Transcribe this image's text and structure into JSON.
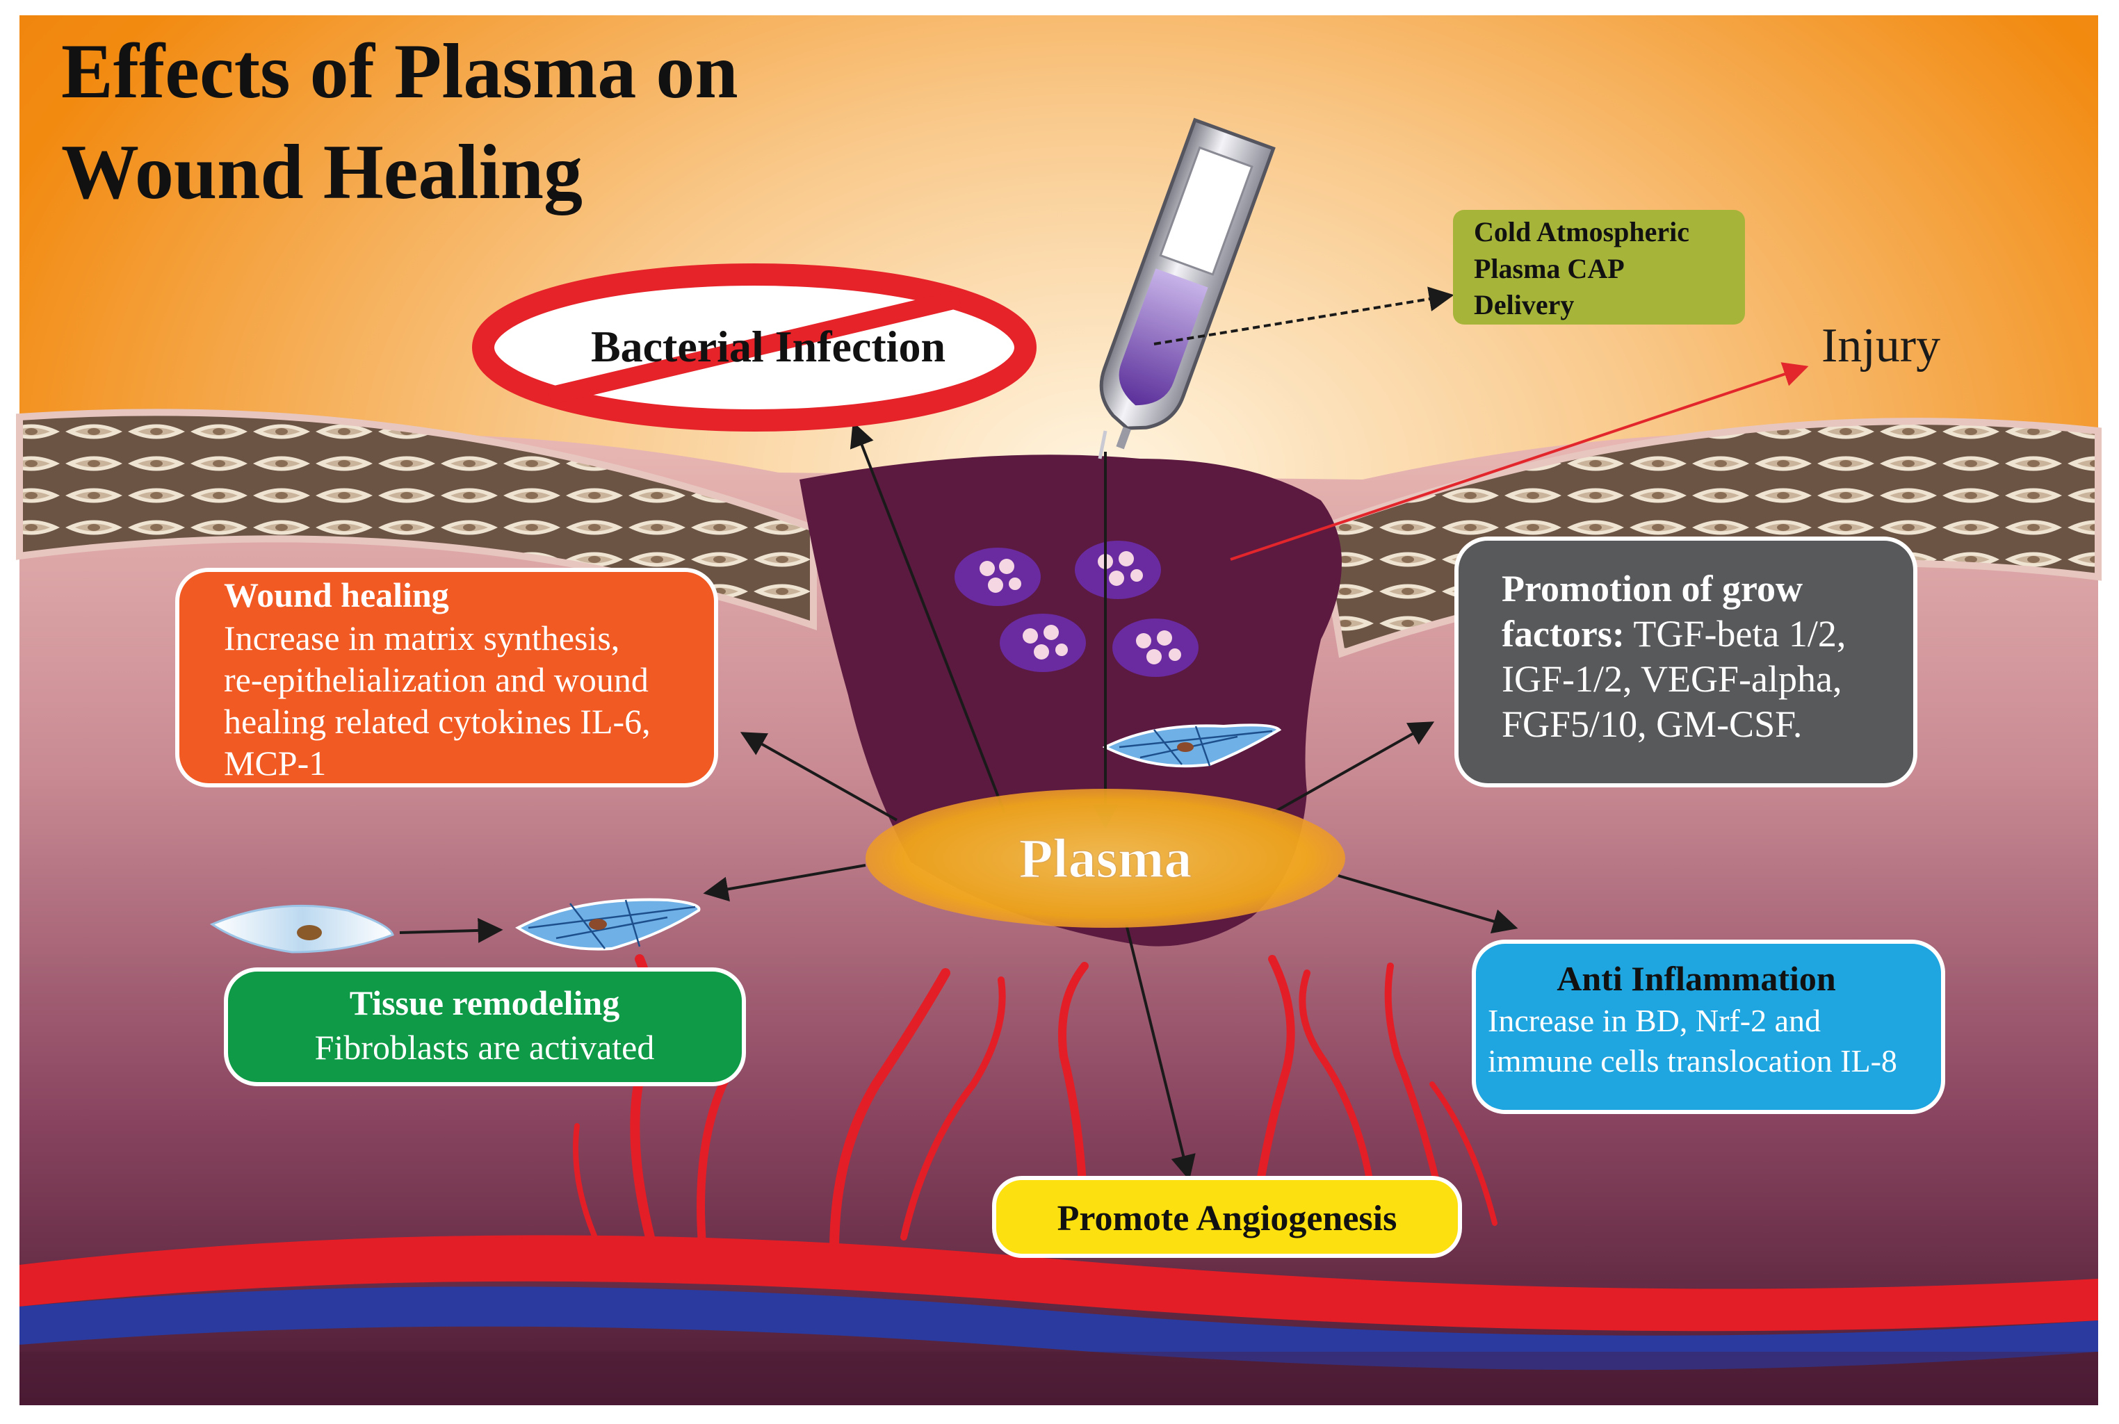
{
  "title": {
    "line1": "Effects of Plasma on",
    "line2": "Wound Healing"
  },
  "labels": {
    "bacterial_infection": "Bacterial Infection",
    "cap_delivery": [
      "Cold Atmospheric",
      "Plasma CAP",
      "Delivery"
    ],
    "injury": "Injury",
    "plasma": "Plasma",
    "promote_angiogenesis": "Promote Angiogenesis"
  },
  "wound_healing": {
    "heading": "Wound healing",
    "lines": [
      "Increase in matrix synthesis,",
      "re-epithelialization and wound",
      "healing related cytokines IL-6,",
      "MCP-1"
    ]
  },
  "growth_factors": {
    "lines": [
      "Promotion of grow",
      "factors:",
      " TGF-beta 1/2,",
      "IGF-1/2, VEGF-alpha,",
      "FGF5/10, GM-CSF."
    ]
  },
  "tissue_remodeling": {
    "heading": "Tissue remodeling",
    "body": "Fibroblasts are activated"
  },
  "anti_inflammation": {
    "heading": "Anti Inflammation",
    "lines": [
      "Increase in BD, Nrf-2 and",
      "immune cells translocation IL-8"
    ]
  },
  "colors": {
    "sky_top": "#f28a10",
    "sky_glow": "#fde9c4",
    "tissue_pink": "#d9a3a6",
    "tissue_deep": "#4d1b36",
    "wound": "#5c1a40",
    "artery": "#e41e26",
    "vein": "#2b3a9e",
    "wound_healing_box": "#f15a22",
    "growth_box": "#58595b",
    "tissue_box": "#0f9a48",
    "anti_inflammation_box": "#1fa6e0",
    "angiogenesis_box": "#fde010",
    "cap_box": "#a6b53a",
    "no_sign": "#e52329",
    "plasma_ellipse": "#f2a71b"
  },
  "icons": [
    "plasma-pen-icon",
    "no-sign-icon",
    "cell-cluster-icon",
    "fibroblast-icon",
    "activated-fibroblast-icon"
  ]
}
